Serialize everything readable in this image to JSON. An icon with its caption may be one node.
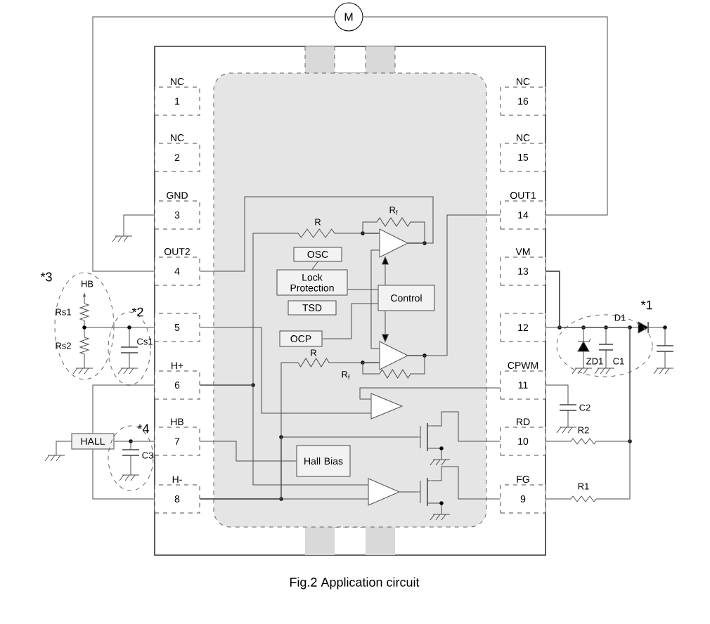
{
  "diagram": {
    "caption": "Fig.2 Application circuit",
    "nodes": [
      {
        "text": [
          "M"
        ]
      },
      {
        "text": [],
        "shape": "box"
      },
      {
        "text": [],
        "shape": "box",
        "in": 1
      },
      {
        "text": [
          "NC",
          "1"
        ],
        "in": 1
      },
      {
        "text": [
          "NC",
          "2"
        ],
        "in": 1
      },
      {
        "text": [
          "GND",
          "3"
        ],
        "in": 1
      },
      {
        "text": [
          "OUT2",
          "4"
        ],
        "in": 1
      },
      {
        "text": [
          "5"
        ],
        "in": 1
      },
      {
        "text": [
          "H+",
          "6"
        ],
        "in": 1
      },
      {
        "text": [
          "HB",
          "7"
        ],
        "in": 1
      },
      {
        "text": [
          "H-",
          "8"
        ],
        "in": 1
      },
      {
        "text": [
          "NC",
          "16"
        ],
        "in": 1
      },
      {
        "text": [
          "NC",
          "15"
        ],
        "in": 1
      },
      {
        "text": [
          "OUT1",
          "14"
        ],
        "in": 1
      },
      {
        "text": [
          "VM",
          "13"
        ],
        "in": 1
      },
      {
        "text": [
          "12"
        ],
        "in": 1
      },
      {
        "text": [
          "CPWM",
          "11"
        ],
        "in": 1
      },
      {
        "text": [
          "RD",
          "10"
        ],
        "in": 1
      },
      {
        "text": [
          "FG",
          "9"
        ],
        "in": 1
      },
      {
        "text": [
          "OSC"
        ],
        "in": 2
      },
      {
        "text": [
          "Lock Protection"
        ],
        "in": 2
      },
      {
        "text": [
          "TSD"
        ],
        "in": 2
      },
      {
        "text": [
          "OCP"
        ],
        "in": 2
      },
      {
        "text": [
          "Control"
        ],
        "in": 2
      },
      {
        "text": [
          "Hall Bias"
        ],
        "in": 2
      },
      {
        "text": [
          "HALL"
        ]
      },
      {
        "text": [],
        "shape": "triangle",
        "in": 2
      },
      {
        "text": [],
        "shape": "triangle",
        "in": 2
      },
      {
        "text": [],
        "shape": "triangle",
        "in": 2
      },
      {
        "text": [],
        "shape": "triangle",
        "in": 2
      },
      {
        "text": [],
        "shape": "transistor",
        "in": 2
      },
      {
        "text": [],
        "shape": "transistor",
        "in": 2
      }
    ],
    "edges": [
      {
        "from": 0,
        "to": 6,
        "arrow": "none"
      },
      {
        "from": 0,
        "to": 13,
        "arrow": "none"
      },
      {
        "from": 25,
        "to": 8,
        "arrow": "none"
      },
      {
        "from": 25,
        "to": 9,
        "arrow": "none"
      },
      {
        "from": 25,
        "to": 10,
        "arrow": "none"
      },
      {
        "from": 19,
        "to": 20,
        "arrow": "none"
      },
      {
        "from": 6,
        "to": 26,
        "arrow": "none"
      },
      {
        "from": 26,
        "to": 26,
        "arrow": "none",
        "label": "R$_{f}$"
      },
      {
        "from": 8,
        "to": 26,
        "arrow": "none",
        "label": "R"
      },
      {
        "from": 8,
        "to": 29,
        "arrow": "none"
      },
      {
        "from": 26,
        "to": 27,
        "arrow": "none"
      },
      {
        "from": 13,
        "to": 27,
        "arrow": "none"
      },
      {
        "from": 27,
        "to": 27,
        "arrow": "none",
        "label": "R$_{f}$"
      },
      {
        "from": 10,
        "to": 27,
        "arrow": "none",
        "label": "R"
      },
      {
        "from": 10,
        "to": 29,
        "arrow": "none"
      },
      {
        "from": 10,
        "to": 30,
        "arrow": "none"
      },
      {
        "from": 7,
        "to": 28,
        "arrow": "none"
      },
      {
        "from": 16,
        "to": 28,
        "arrow": "none"
      },
      {
        "from": 9,
        "to": 24,
        "arrow": "none"
      },
      {
        "from": 20,
        "to": 23,
        "arrow": "none"
      },
      {
        "from": 22,
        "to": 23,
        "arrow": "none"
      },
      {
        "from": 23,
        "to": 26,
        "arrow": "to"
      },
      {
        "from": 23,
        "to": 27,
        "arrow": "to"
      },
      {
        "from": 29,
        "to": 31,
        "arrow": "none"
      },
      {
        "from": 30,
        "to": 17,
        "arrow": "none"
      },
      {
        "from": 31,
        "to": 18,
        "arrow": "none"
      },
      {
        "from": 14,
        "to": 15,
        "arrow": "none"
      },
      {
        "from": 14,
        "to": 17,
        "arrow": "none",
        "label": "R2"
      },
      {
        "from": 14,
        "to": 18,
        "arrow": "none",
        "label": "R1"
      }
    ],
    "labels": [
      "*1",
      "*3",
      "HB",
      "*2",
      "D1",
      "Rs1",
      "Rs2",
      "Cs1",
      "ZD1",
      "C1",
      "C2",
      "*4",
      "C3"
    ]
  }
}
